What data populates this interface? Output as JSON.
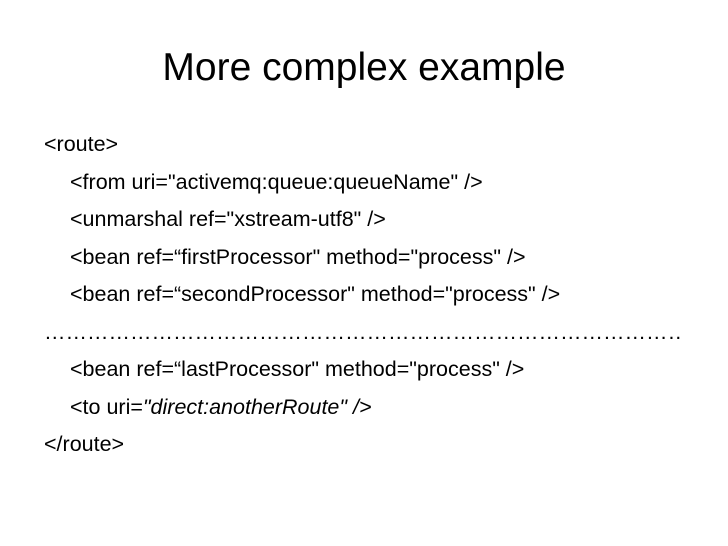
{
  "slide": {
    "title": "More complex example",
    "lines": {
      "route_open": "<route>",
      "from": "<from uri=\"activemq:queue:queueName\" />",
      "unmarshal": "<unmarshal ref=\"xstream-utf8\" />",
      "bean_first": "<bean ref=“firstProcessor\" method=\"process\" />",
      "bean_second": "<bean ref=“secondProcessor\" method=\"process\" />",
      "ellipsis": "………………………………………………………………………………….",
      "bean_last": "<bean ref=“lastProcessor\" method=\"process\" />",
      "to_prefix": "<to uri=",
      "to_value": "\"direct:anotherRoute\" />",
      "route_close": "</route>"
    }
  }
}
